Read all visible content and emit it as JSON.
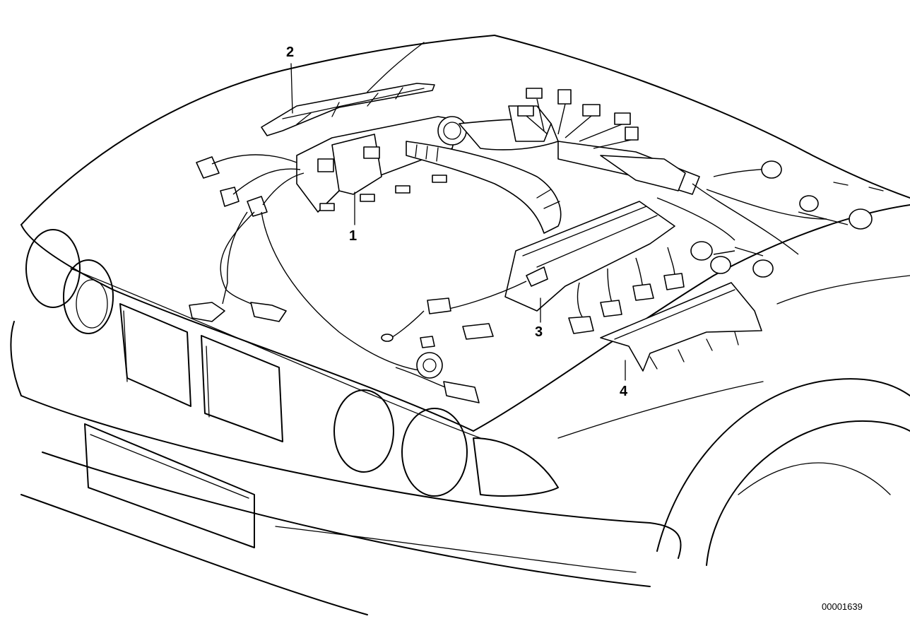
{
  "diagram": {
    "callouts": [
      {
        "id": "1",
        "text": "1"
      },
      {
        "id": "2",
        "text": "2"
      },
      {
        "id": "3",
        "text": "3"
      },
      {
        "id": "4",
        "text": "4"
      }
    ],
    "image_code": "00001639"
  },
  "colors": {
    "line": "#000000",
    "background": "#ffffff"
  }
}
